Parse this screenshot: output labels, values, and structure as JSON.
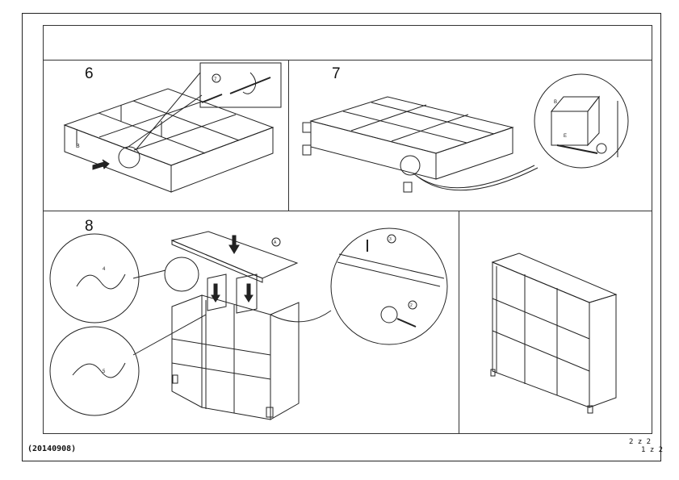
{
  "steps": [
    {
      "number": "6",
      "part_label": "B",
      "callout_part": "7"
    },
    {
      "number": "7",
      "callout_parts": [
        "B",
        "E"
      ]
    },
    {
      "number": "8",
      "top_part": "A",
      "callout_parts": [
        "4",
        "5",
        "3",
        "2"
      ]
    }
  ],
  "footer": {
    "product_code": "(20140908)",
    "page_primary": "2 z 2",
    "page_secondary": "1 z 2"
  }
}
